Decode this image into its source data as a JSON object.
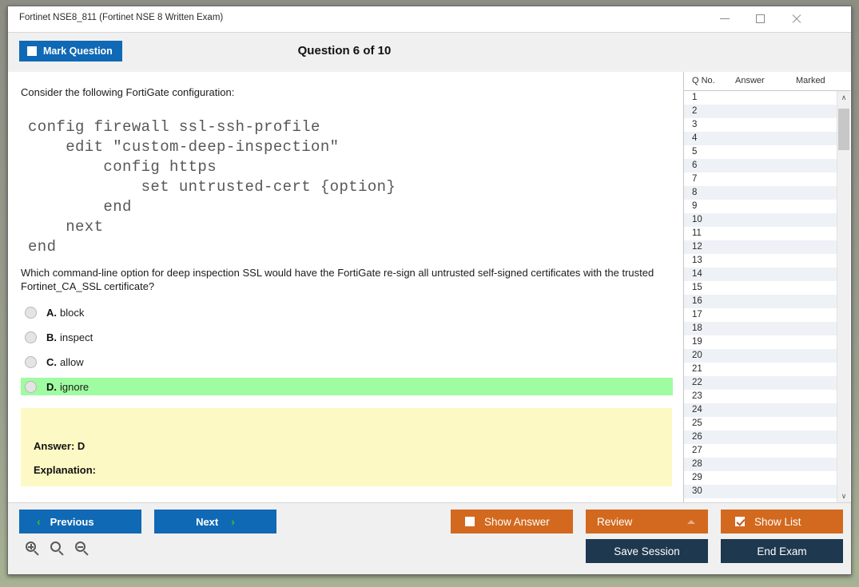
{
  "window": {
    "title": "Fortinet NSE8_811 (Fortinet NSE 8 Written Exam)",
    "minimize_label": "—",
    "maximize_label": "□",
    "close_label": "✕"
  },
  "toolbar": {
    "mark_question_label": "Mark Question",
    "mark_question_checked": false,
    "question_counter": "Question 6 of 10"
  },
  "question": {
    "intro": "Consider the following FortiGate configuration:",
    "config": "config firewall ssl-ssh-profile\n    edit \"custom-deep-inspection\"\n        config https\n            set untrusted-cert {option}\n        end\n    next\nend",
    "prompt": "Which command-line option for deep inspection SSL would have the FortiGate re-sign all untrusted self-signed certificates with the trusted Fortinet_CA_SSL certificate?",
    "options": [
      {
        "letter": "A.",
        "text": "block",
        "selected": false,
        "highlight": false
      },
      {
        "letter": "B.",
        "text": "inspect",
        "selected": false,
        "highlight": false
      },
      {
        "letter": "C.",
        "text": "allow",
        "selected": false,
        "highlight": false
      },
      {
        "letter": "D.",
        "text": "ignore",
        "selected": false,
        "highlight": true
      }
    ]
  },
  "answer_box": {
    "answer_label": "Answer: D",
    "explanation_label": "Explanation:"
  },
  "list_panel": {
    "headers": {
      "qno": "Q No.",
      "answer": "Answer",
      "marked": "Marked"
    },
    "rows": [
      {
        "qno": "1",
        "answer": "",
        "marked": ""
      },
      {
        "qno": "2",
        "answer": "",
        "marked": ""
      },
      {
        "qno": "3",
        "answer": "",
        "marked": ""
      },
      {
        "qno": "4",
        "answer": "",
        "marked": ""
      },
      {
        "qno": "5",
        "answer": "",
        "marked": ""
      },
      {
        "qno": "6",
        "answer": "",
        "marked": ""
      },
      {
        "qno": "7",
        "answer": "",
        "marked": ""
      },
      {
        "qno": "8",
        "answer": "",
        "marked": ""
      },
      {
        "qno": "9",
        "answer": "",
        "marked": ""
      },
      {
        "qno": "10",
        "answer": "",
        "marked": ""
      },
      {
        "qno": "11",
        "answer": "",
        "marked": ""
      },
      {
        "qno": "12",
        "answer": "",
        "marked": ""
      },
      {
        "qno": "13",
        "answer": "",
        "marked": ""
      },
      {
        "qno": "14",
        "answer": "",
        "marked": ""
      },
      {
        "qno": "15",
        "answer": "",
        "marked": ""
      },
      {
        "qno": "16",
        "answer": "",
        "marked": ""
      },
      {
        "qno": "17",
        "answer": "",
        "marked": ""
      },
      {
        "qno": "18",
        "answer": "",
        "marked": ""
      },
      {
        "qno": "19",
        "answer": "",
        "marked": ""
      },
      {
        "qno": "20",
        "answer": "",
        "marked": ""
      },
      {
        "qno": "21",
        "answer": "",
        "marked": ""
      },
      {
        "qno": "22",
        "answer": "",
        "marked": ""
      },
      {
        "qno": "23",
        "answer": "",
        "marked": ""
      },
      {
        "qno": "24",
        "answer": "",
        "marked": ""
      },
      {
        "qno": "25",
        "answer": "",
        "marked": ""
      },
      {
        "qno": "26",
        "answer": "",
        "marked": ""
      },
      {
        "qno": "27",
        "answer": "",
        "marked": ""
      },
      {
        "qno": "28",
        "answer": "",
        "marked": ""
      },
      {
        "qno": "29",
        "answer": "",
        "marked": ""
      },
      {
        "qno": "30",
        "answer": "",
        "marked": ""
      }
    ],
    "scroll_up_glyph": "∧",
    "scroll_down_glyph": "∨"
  },
  "footer": {
    "previous_label": "Previous",
    "previous_chevron": "‹",
    "next_label": "Next",
    "next_chevron": "›",
    "show_answer_label": "Show Answer",
    "show_answer_checked": false,
    "review_label": "Review",
    "show_list_label": "Show List",
    "show_list_checked": true,
    "save_session_label": "Save Session",
    "end_exam_label": "End Exam"
  },
  "colors": {
    "blue": "#1069b5",
    "orange": "#d2691e",
    "navy": "#1d384f",
    "green_highlight": "#9ffca1",
    "yellow_answer": "#fdf9c4",
    "chevron_green": "#2ecc20"
  }
}
